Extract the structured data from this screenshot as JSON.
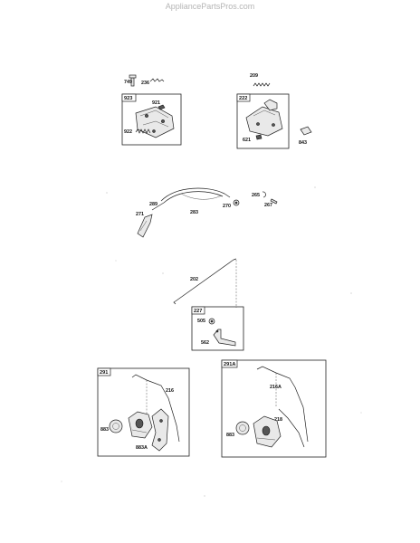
{
  "watermark": "AppliancePartsPros.com",
  "labels": {
    "p749": "749",
    "p236": "236",
    "p209": "209",
    "p923": "923",
    "p921": "921",
    "p922": "922",
    "p222": "222",
    "p621": "621",
    "p843": "843",
    "p265": "265",
    "p289": "289",
    "p283": "283",
    "p270": "270",
    "p267": "267",
    "p271": "271",
    "p202": "202",
    "p227": "227",
    "p505": "505",
    "p562": "562",
    "p291": "291",
    "p216": "216",
    "p883": "883",
    "p883a": "883A",
    "p291a": "291A",
    "p216a": "216A",
    "p218": "218",
    "p883b": "883"
  }
}
